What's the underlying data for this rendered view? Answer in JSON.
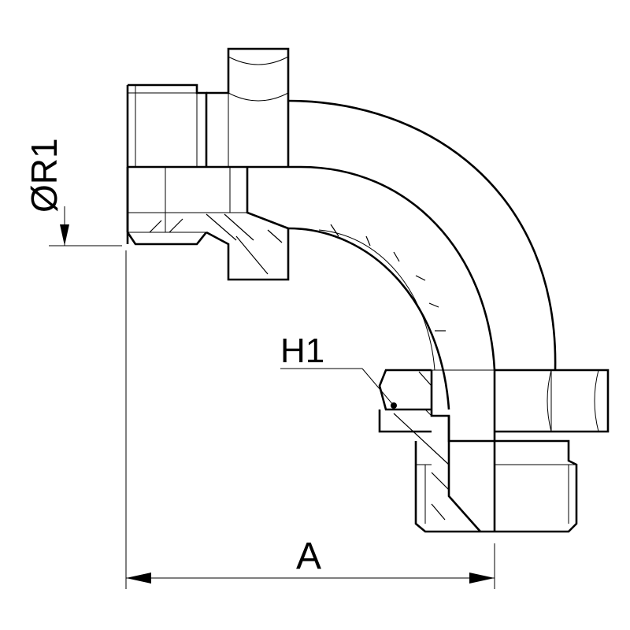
{
  "labels": {
    "diameter": "ØR1",
    "hex_size": "H1",
    "length": "A"
  },
  "colors": {
    "line": "#000000",
    "background": "#ffffff"
  }
}
